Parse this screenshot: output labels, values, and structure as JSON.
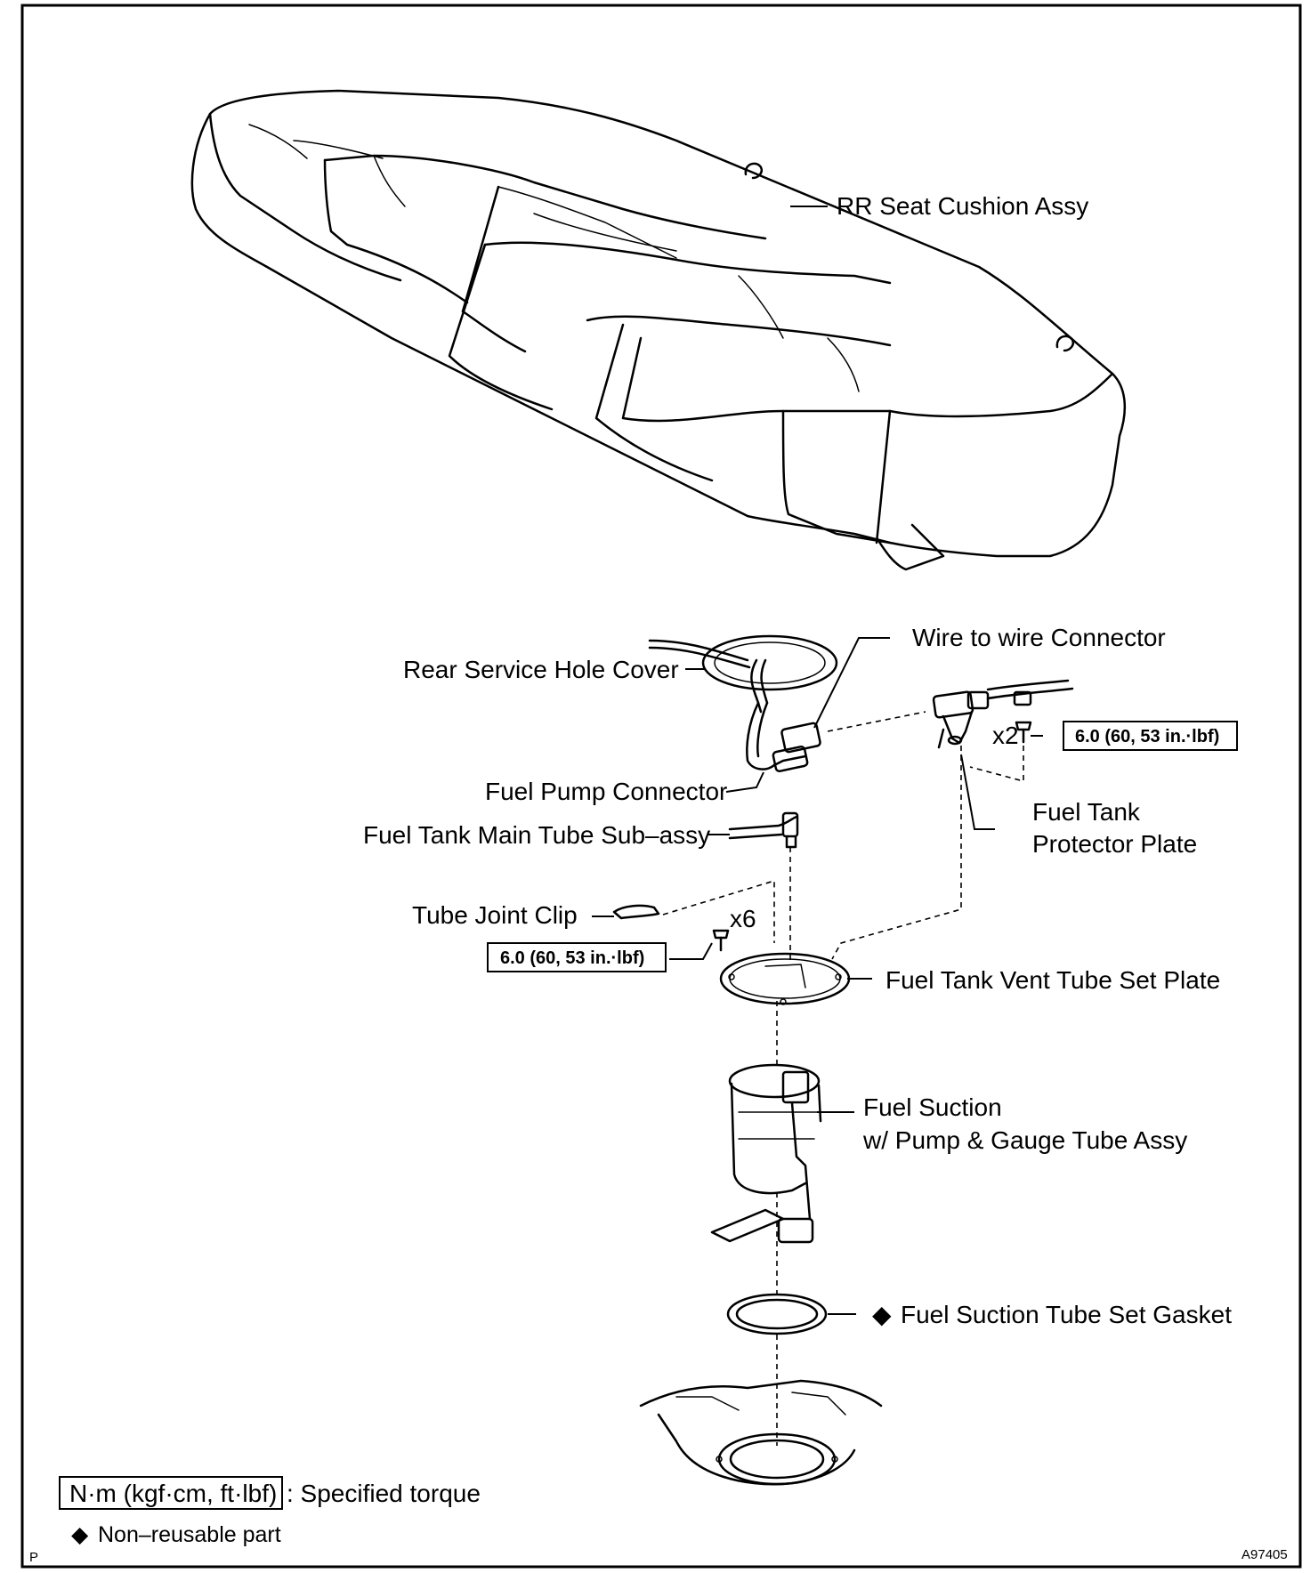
{
  "labels": {
    "rr_seat_cushion": "RR Seat Cushion Assy",
    "wire_to_wire_connector": "Wire to wire Connector",
    "rear_service_hole_cover": "Rear Service Hole Cover",
    "fuel_pump_connector": "Fuel Pump Connector",
    "fuel_tank_main_tube": "Fuel Tank Main Tube Sub–assy",
    "fuel_tank_protector_plate_line1": "Fuel Tank",
    "fuel_tank_protector_plate_line2": "Protector Plate",
    "tube_joint_clip": "Tube Joint Clip",
    "fuel_tank_vent_tube_set_plate": "Fuel Tank Vent Tube Set Plate",
    "fuel_suction_line1": "Fuel Suction",
    "fuel_suction_line2": "w/ Pump & Gauge Tube Assy",
    "fuel_suction_tube_set_gasket": "Fuel Suction Tube Set Gasket"
  },
  "quantities": {
    "protector_plate_bolts": "x2",
    "vent_plate_bolts": "x6"
  },
  "torque_specs": {
    "protector_plate_bolt": "6.0 (60, 53 in.·lbf)",
    "vent_plate_bolt": "6.0 (60, 53 in.·lbf)"
  },
  "legend": {
    "torque_unit": "N·m (kgf·cm, ft·lbf)",
    "torque_desc": ": Specified torque",
    "non_reusable_symbol": "◆",
    "non_reusable_desc": "Non–reusable part"
  },
  "corner_marks": {
    "bottom_left": "P",
    "figure_code": "A97405"
  },
  "icons": {
    "bolt": "bolt-icon",
    "non_reusable": "diamond-icon"
  }
}
